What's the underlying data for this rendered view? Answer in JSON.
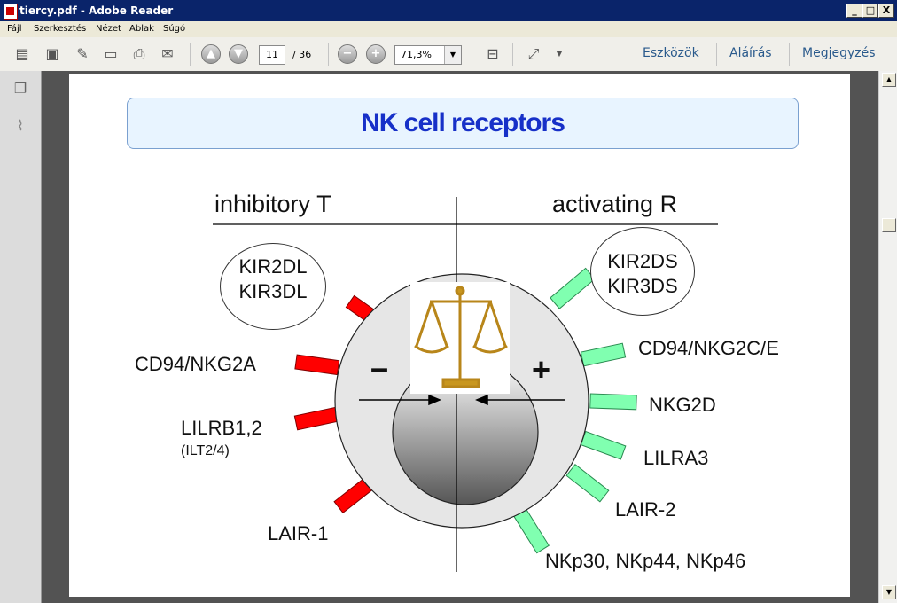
{
  "window": {
    "title": "tiercy.pdf - Adobe Reader",
    "buttons": [
      "_",
      "□",
      "X"
    ]
  },
  "menu": {
    "items": [
      "Fájl",
      "Szerkesztés",
      "Nézet",
      "Ablak",
      "Súgó"
    ]
  },
  "toolbar": {
    "page_current": "11",
    "page_total": "/  36",
    "zoom": "71,3%",
    "tools_label": "Eszközök",
    "sign_label": "Aláírás",
    "comment_label": "Megjegyzés"
  },
  "slide": {
    "title": "NK cell receptors",
    "inhibitory_header": "inhibitory T",
    "activating_header": "activating R",
    "minus": "–",
    "plus": "+",
    "inhibitory": [
      {
        "label": "KIR2DL\nKIR3DL"
      },
      {
        "label": "CD94/NKG2A"
      },
      {
        "label": "LILRB1,2",
        "sub": "(ILT2/4)"
      },
      {
        "label": "LAIR-1"
      }
    ],
    "activating": [
      {
        "label": "KIR2DS\nKIR3DS"
      },
      {
        "label": "CD94/NKG2C/E"
      },
      {
        "label": "NKG2D"
      },
      {
        "label": "LILRA3"
      },
      {
        "label": "LAIR-2"
      },
      {
        "label": "NKp30, NKp44, NKp46"
      }
    ],
    "colors": {
      "inhibitory": "#ff0000",
      "activating": "#80ffb0",
      "title": "#1730c8",
      "scale": "#c8961e"
    }
  }
}
